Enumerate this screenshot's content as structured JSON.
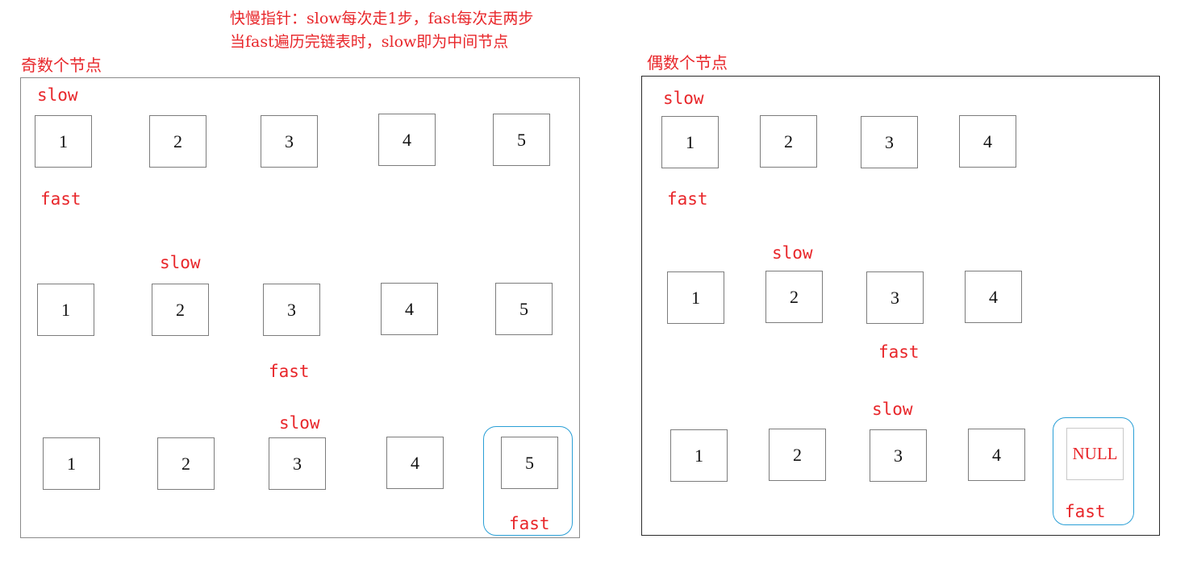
{
  "header": {
    "line1": "快慢指针：slow每次走1步，fast每次走两步",
    "line2": "当fast遍历完链表时，slow即为中间节点"
  },
  "odd": {
    "title": "奇数个节点",
    "row1": {
      "nodes": [
        "1",
        "2",
        "3",
        "4",
        "5"
      ],
      "slow": "slow",
      "fast": "fast"
    },
    "row2": {
      "nodes": [
        "1",
        "2",
        "3",
        "4",
        "5"
      ],
      "slow": "slow",
      "fast": "fast"
    },
    "row3": {
      "nodes": [
        "1",
        "2",
        "3",
        "4",
        "5"
      ],
      "slow": "slow",
      "fast": "fast"
    }
  },
  "even": {
    "title": "偶数个节点",
    "row1": {
      "nodes": [
        "1",
        "2",
        "3",
        "4"
      ],
      "slow": "slow",
      "fast": "fast"
    },
    "row2": {
      "nodes": [
        "1",
        "2",
        "3",
        "4"
      ],
      "slow": "slow",
      "fast": "fast"
    },
    "row3": {
      "nodes": [
        "1",
        "2",
        "3",
        "4",
        "NULL"
      ],
      "slow": "slow",
      "fast": "fast"
    }
  },
  "colors": {
    "pointer": "#e8262a",
    "highlight": "#2a9fd6",
    "frame": "#8a8a8a"
  }
}
